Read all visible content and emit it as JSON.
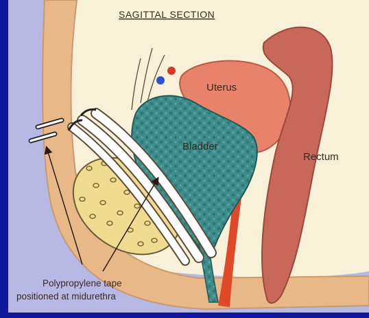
{
  "diagram": {
    "title": "SAGITTAL SECTION",
    "labels": {
      "uterus": "Uterus",
      "bladder": "Bladder",
      "rectum": "Rectum"
    },
    "caption": {
      "line1": "Polypropylene tape",
      "line2": "positioned at midurethra"
    }
  },
  "colors": {
    "frame": "#10189c",
    "background": "#f8f0d8",
    "skin": "#e8b888",
    "pubis": "#f0dc90",
    "bladder": "#3a8a88",
    "uterus": "#e8826a",
    "rectum": "#c86858",
    "skin_outer": "#b8b8e4"
  }
}
